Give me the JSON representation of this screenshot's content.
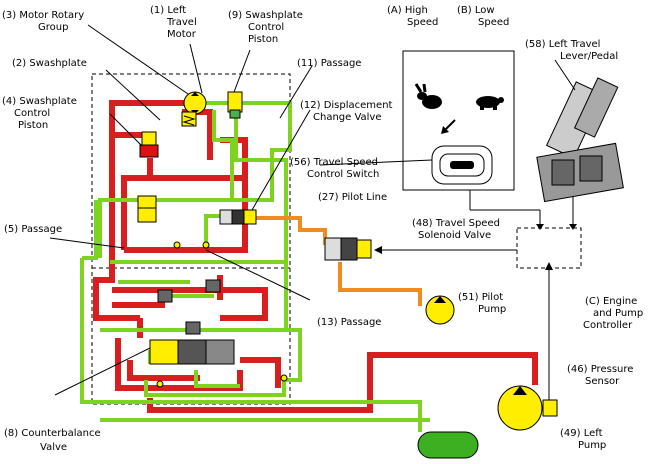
{
  "labels": {
    "motor_rotary_group": [
      "(3)  Motor Rotary",
      "Group"
    ],
    "left_travel_motor": [
      "(1)  Left",
      "Travel",
      "Motor"
    ],
    "swashplate_control_piston_9": [
      "(9)  Swashplate",
      "Control",
      "Piston"
    ],
    "high_speed": [
      "(A)  High",
      "Speed"
    ],
    "low_speed": [
      "(B)  Low",
      "Speed"
    ],
    "left_travel_lever": [
      "(58)  Left Travel",
      "Lever/Pedal"
    ],
    "swashplate": [
      "(2)  Swashplate"
    ],
    "passage_11": [
      "(11)  Passage"
    ],
    "swashplate_control_piston_4": [
      "(4)  Swashplate",
      "Control",
      "Piston"
    ],
    "displacement_change_valve": [
      "(12)  Displacement",
      "Change Valve"
    ],
    "travel_speed_control_switch": [
      "(56)  Travel Speed",
      "Control Switch"
    ],
    "pilot_line": [
      "(27)  Pilot Line"
    ],
    "travel_speed_solenoid_valve": [
      "(48)  Travel Speed",
      "Solenoid Valve"
    ],
    "passage_5": [
      "(5)  Passage"
    ],
    "pilot_pump": [
      "(51)  Pilot",
      "Pump"
    ],
    "passage_13": [
      "(13)  Passage"
    ],
    "engine_pump_controller": [
      "(C)  Engine",
      "and Pump",
      "Controller"
    ],
    "pressure_sensor": [
      "(46)  Pressure",
      "Sensor"
    ],
    "counterbalance_valve": [
      "(8)  Counterbalance",
      "Valve"
    ],
    "left_pump": [
      "(49)  Left",
      "Pump"
    ]
  },
  "colors": {
    "supply_pressure": "#d81e1e",
    "return_low": "#7ed321",
    "pilot_oil": "#f08c1e",
    "component_yellow": "#ffee00",
    "tank_green": "#3cb020"
  },
  "icons": [
    "rabbit-icon",
    "turtle-icon",
    "rocker-switch-icon",
    "pedal-icon"
  ]
}
